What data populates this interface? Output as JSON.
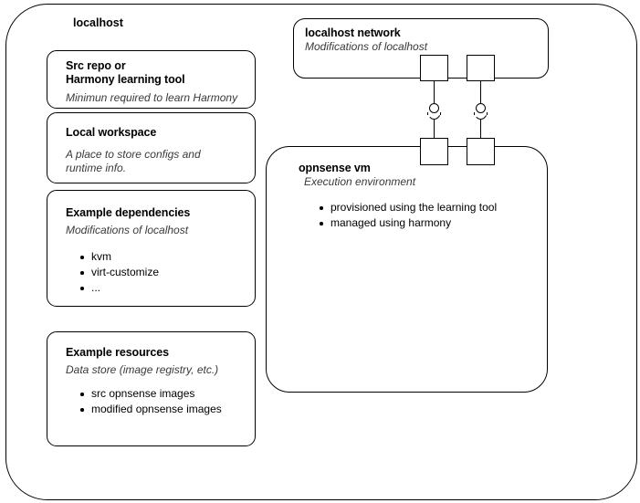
{
  "diagram": {
    "type": "component-diagram",
    "host": {
      "label": "localhost",
      "children": [
        {
          "name": "src-repo",
          "title": "Src repo or\nHarmony learning tool",
          "subtitle": "Minimun required to learn Harmony",
          "bullets": []
        },
        {
          "name": "local-workspace",
          "title": "Local workspace",
          "subtitle": "A place to store configs and\nruntime info.",
          "bullets": []
        },
        {
          "name": "example-dependencies",
          "title": "Example dependencies",
          "subtitle": "Modifications of localhost",
          "bullets": [
            "kvm",
            "virt-customize",
            "..."
          ]
        },
        {
          "name": "example-resources",
          "title": "Example resources",
          "subtitle": "Data store (image registry, etc.)",
          "bullets": [
            "src opnsense images",
            "modified opnsense images"
          ]
        }
      ]
    },
    "network": {
      "name": "localhost-network",
      "title": "localhost network",
      "subtitle": "Modifications of localhost",
      "bullets": []
    },
    "vm": {
      "name": "opnsense-vm",
      "title": "opnsense vm",
      "subtitle": "Execution environment",
      "bullets": [
        "provisioned using the learning tool",
        "managed using harmony"
      ]
    },
    "connectors": [
      {
        "name": "assembly-connector-left",
        "notation": "ball-and-socket"
      },
      {
        "name": "assembly-connector-right",
        "notation": "ball-and-socket"
      }
    ],
    "colors": {
      "stroke": "#000000",
      "background": "#ffffff",
      "subtitle_text": "#3a3a3a"
    }
  }
}
